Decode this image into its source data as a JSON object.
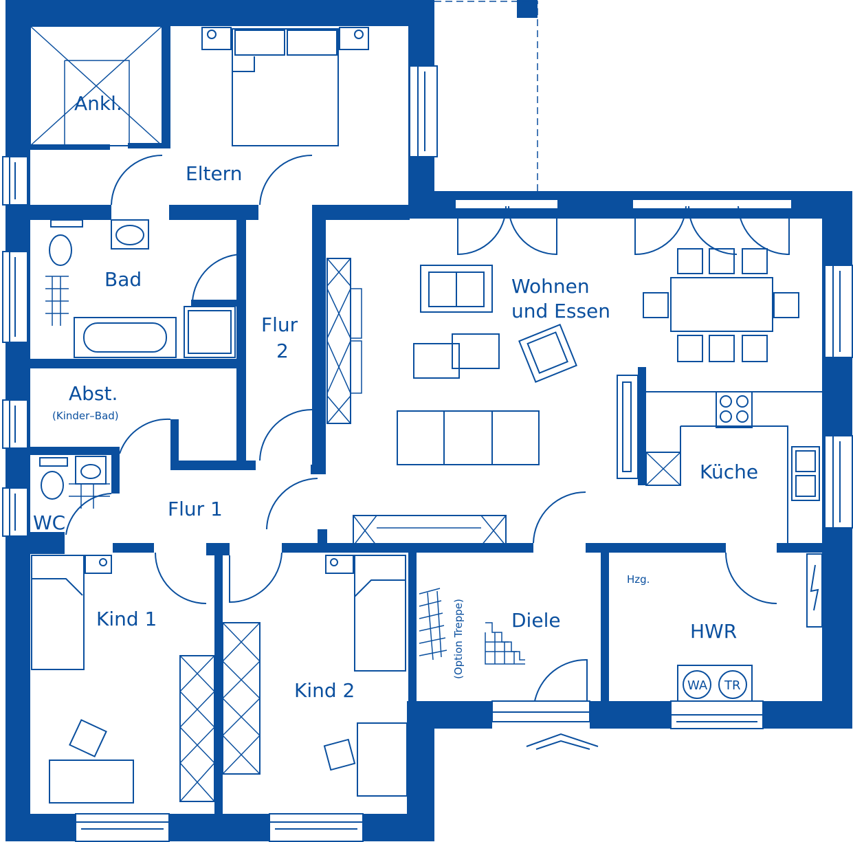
{
  "rooms": {
    "ankl": "Ankl.",
    "eltern": "Eltern",
    "bad": "Bad",
    "flur2_a": "Flur",
    "flur2_b": "2",
    "abst": "Abst.",
    "abst_sub": "(Kinder–Bad)",
    "wc": "WC",
    "flur1": "Flur 1",
    "wohnen_a": "Wohnen",
    "wohnen_b": "und Essen",
    "kueche": "Küche",
    "kind1": "Kind 1",
    "kind2": "Kind 2",
    "diele": "Diele",
    "option_treppe": "(Option Treppe)",
    "hwr": "HWR",
    "hzg": "Hzg."
  },
  "appliances": {
    "washer": "WA",
    "dryer": "TR"
  },
  "colors": {
    "wall": "#0a4f9e",
    "background": "#ffffff"
  }
}
